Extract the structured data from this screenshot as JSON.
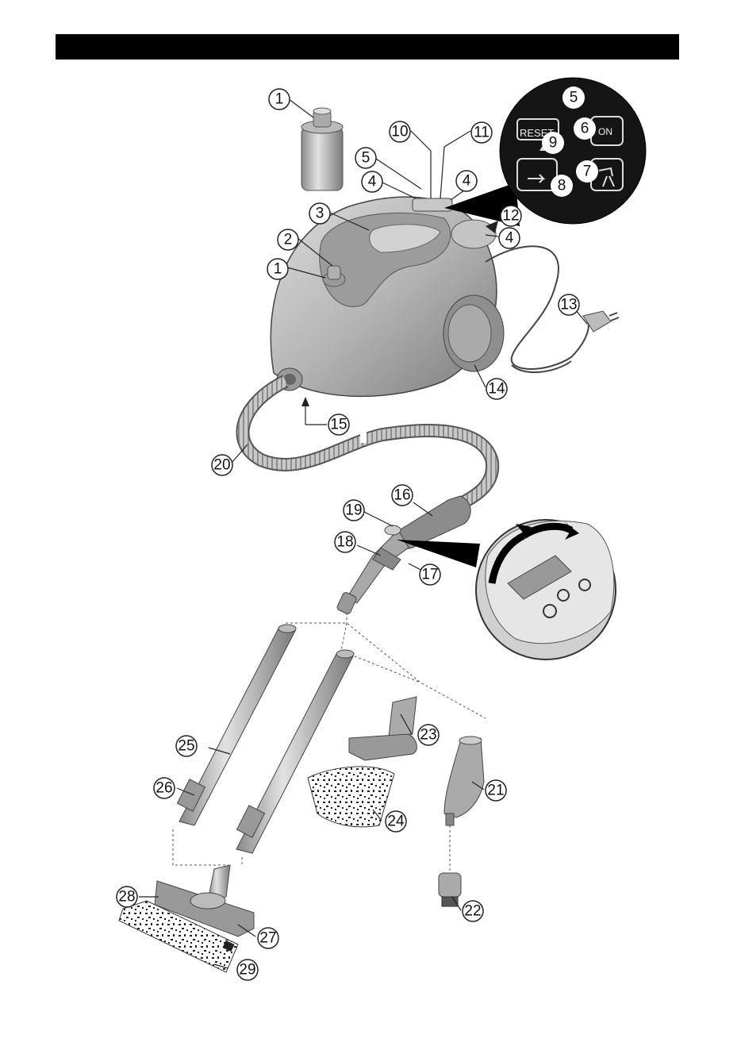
{
  "header_bar": {
    "color": "#000000"
  },
  "panel": {
    "reset_label": "RESET",
    "on_label": "ON",
    "markers": [
      "5",
      "6",
      "7",
      "8",
      "9"
    ]
  },
  "callouts": [
    "1",
    "1",
    "2",
    "3",
    "4",
    "4",
    "4",
    "5",
    "10",
    "11",
    "12",
    "13",
    "14",
    "15",
    "16",
    "17",
    "18",
    "19",
    "20",
    "21",
    "22",
    "23",
    "24",
    "25",
    "26",
    "27",
    "28",
    "29"
  ]
}
